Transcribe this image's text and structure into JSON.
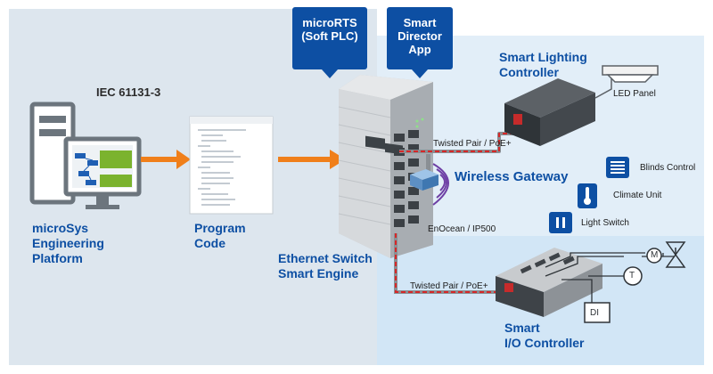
{
  "callouts": {
    "micro_rts": "microRTS\n(Soft PLC)",
    "smart_director": "Smart\nDirector\nApp"
  },
  "labels": {
    "iec": "IEC 61131-3",
    "engineering_platform": "microSys\nEngineering\nPlatform",
    "program_code": "Program\nCode",
    "ethernet_switch": "Ethernet Switch\nSmart Engine",
    "smart_lighting": "Smart Lighting\nController",
    "led_panel": "LED Panel",
    "twisted_pair_top": "Twisted Pair / PoE+",
    "twisted_pair_bottom": "Twisted Pair / PoE+",
    "wireless_gateway": "Wireless Gateway",
    "enocean": "EnOcean / IP500",
    "blinds_control": "Blinds Control",
    "climate_unit": "Climate Unit",
    "light_switch": "Light Switch",
    "smart_io": "Smart\nI/O Controller",
    "motor_symbol": "M",
    "temp_symbol": "T",
    "di_label": "DI"
  },
  "colors": {
    "brand_blue": "#0d4fa3",
    "arrow_orange": "#f07f1a",
    "cable_red": "#d62728",
    "switch_gray": "#d3d5d7"
  }
}
